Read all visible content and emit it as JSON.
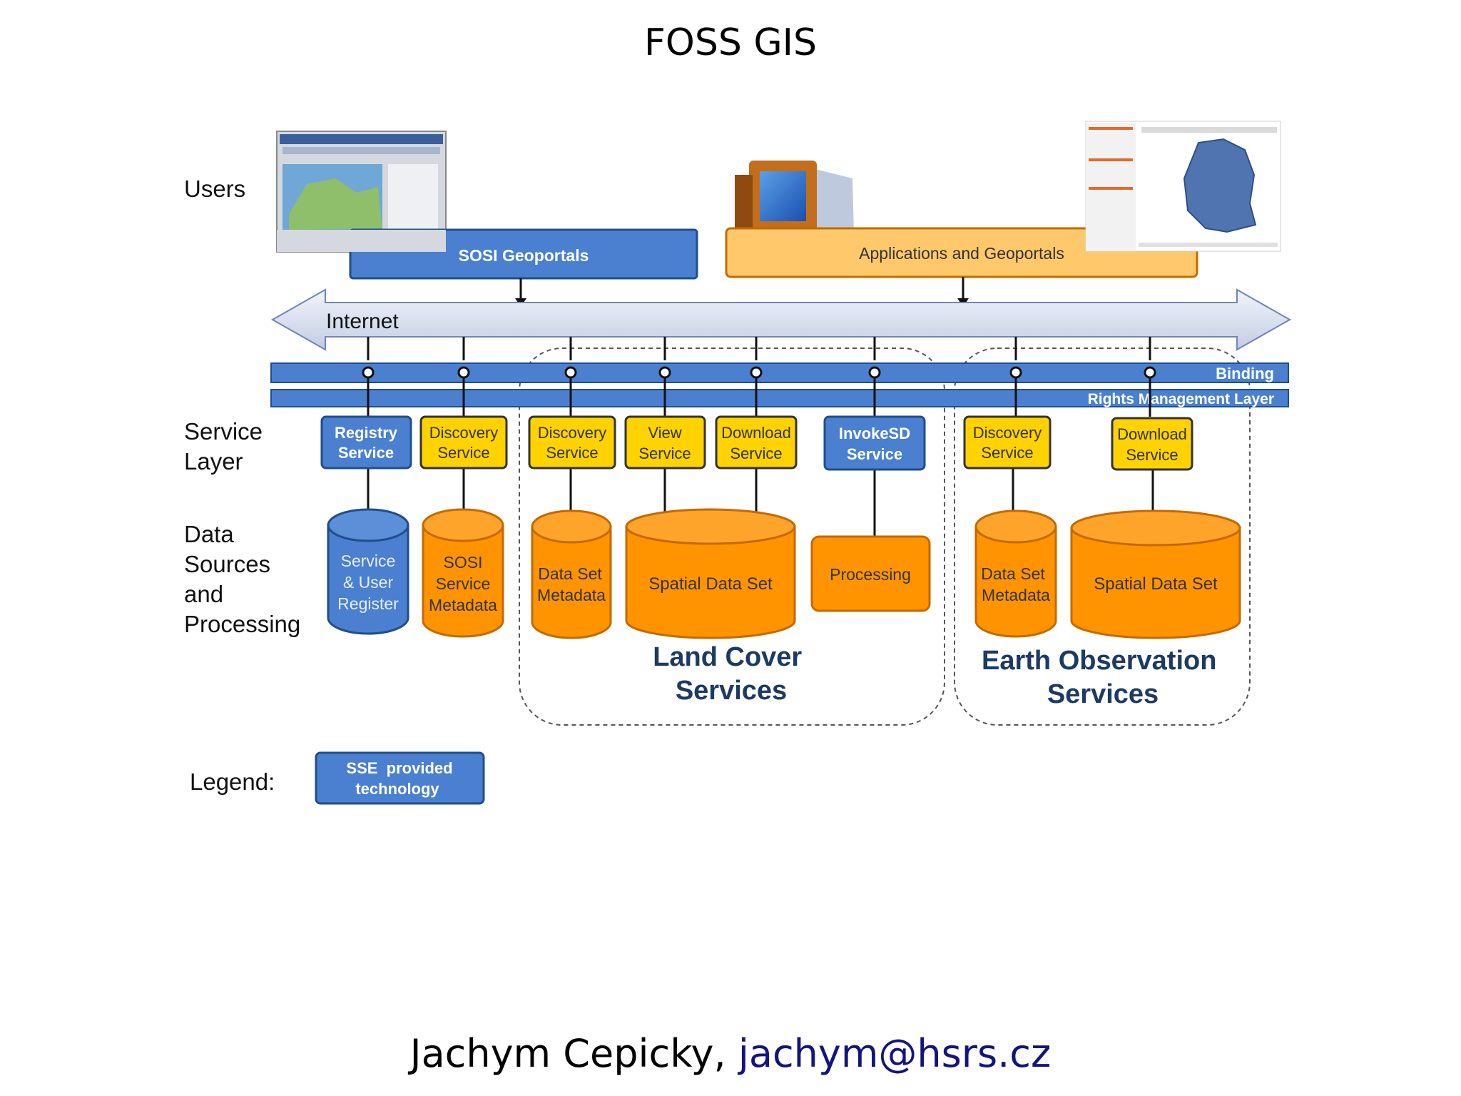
{
  "slide": {
    "title": "FOSS GIS",
    "footer_author": "Jachym Cepicky,",
    "footer_email": "jachym@hsrs.cz"
  },
  "colors": {
    "blue": "#4a80cf",
    "blue_dark": "#1f4e8c",
    "orange": "#ff9400",
    "orange_dark": "#c46a00",
    "yellow": "#ffd200",
    "light_orange": "#ffc96b",
    "navy_text": "#1c3a63"
  },
  "diagram": {
    "row_labels": {
      "users": "Users",
      "service_layer": [
        "Service",
        "Layer"
      ],
      "data_sources": [
        "Data",
        "Sources",
        "and",
        "Processing"
      ],
      "legend": "Legend:"
    },
    "portals": {
      "sosi": "SOSI Geoportals",
      "applications": "Applications and Geoportals"
    },
    "internet": "Internet",
    "binding": "Binding",
    "rights": "Rights Management Layer",
    "services": [
      [
        "Registry",
        "Service"
      ],
      [
        "Discovery",
        "Service"
      ],
      [
        "Discovery",
        "Service"
      ],
      [
        "View",
        "Service"
      ],
      [
        "Download",
        "Service"
      ],
      [
        "InvokeSD",
        "Service"
      ],
      [
        "Discovery",
        "Service"
      ],
      [
        "Download",
        "Service"
      ]
    ],
    "data": {
      "register": [
        "Service",
        "& User",
        "Register"
      ],
      "sosi_meta": [
        "SOSI",
        "Service",
        "Metadata"
      ],
      "lc_meta": [
        "Data Set",
        "Metadata"
      ],
      "lc_spatial": "Spatial Data Set",
      "processing": "Processing",
      "eo_meta": [
        "Data Set",
        "Metadata"
      ],
      "eo_spatial": "Spatial Data Set"
    },
    "groups": {
      "land_cover": [
        "Land Cover",
        "Services"
      ],
      "earth_obs": [
        "Earth Observation",
        "Services"
      ]
    },
    "legend_box": [
      "SSE  provided",
      "technology"
    ]
  }
}
